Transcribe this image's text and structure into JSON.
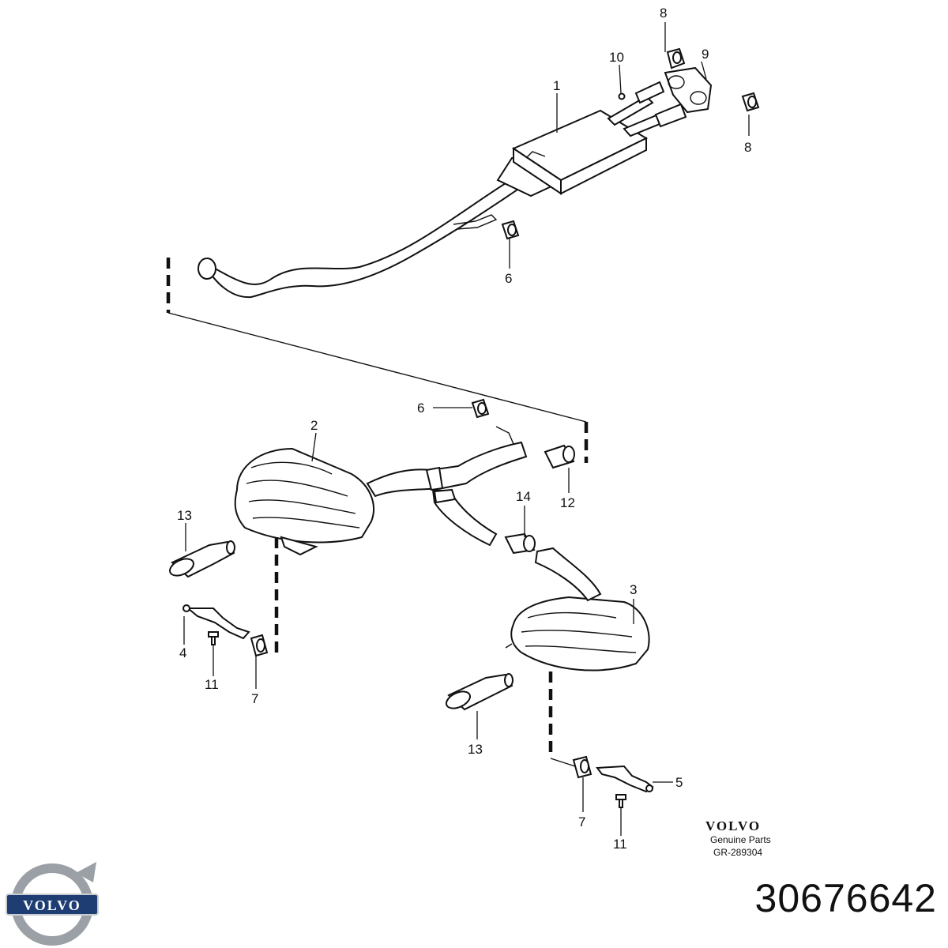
{
  "callouts": {
    "c1": "1",
    "c2": "2",
    "c3": "3",
    "c4": "4",
    "c5": "5",
    "c6a": "6",
    "c6b": "6",
    "c7a": "7",
    "c7b": "7",
    "c8a": "8",
    "c8b": "8",
    "c9": "9",
    "c10": "10",
    "c11a": "11",
    "c11b": "11",
    "c12": "12",
    "c13a": "13",
    "c13b": "13",
    "c14": "14"
  },
  "branding": {
    "brand": "VOLVO",
    "genuine": "Genuine Parts",
    "ref_code": "GR-289304",
    "logo_text": "VOLVO"
  },
  "part_number": "30676642",
  "colors": {
    "ink": "#111111",
    "logo_blue": "#1d3d73",
    "logo_grey": "#9aa0a6"
  }
}
